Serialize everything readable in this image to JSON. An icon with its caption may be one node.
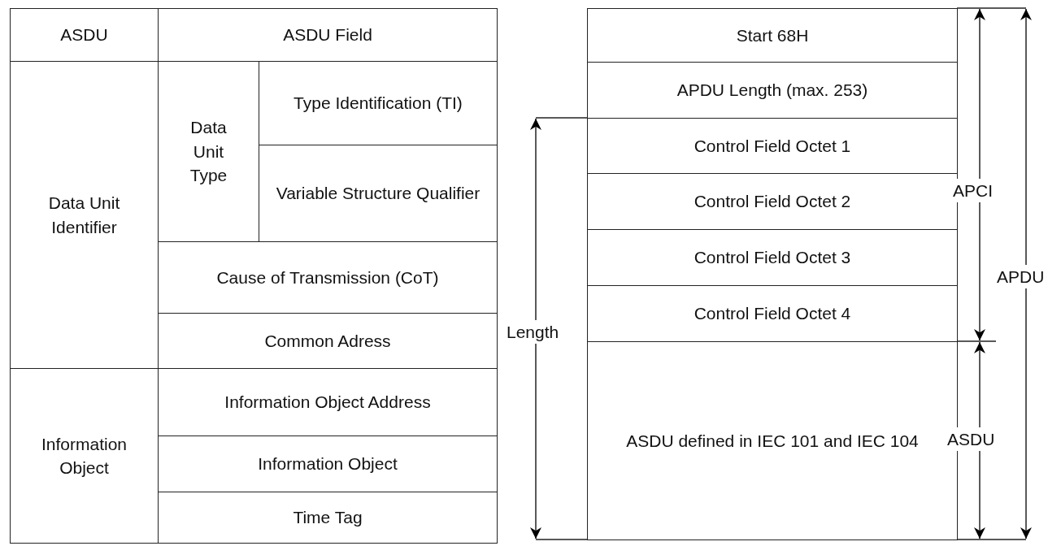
{
  "diagram": {
    "nodes": [
      {
        "text": [
          "ASDU"
        ]
      },
      {
        "text": [
          "ASDU Field"
        ]
      },
      {
        "text": [
          "Data Unit Identifier"
        ]
      },
      {
        "text": [
          "Data Unit Type"
        ]
      },
      {
        "text": [
          "Type Identification (TI)"
        ]
      },
      {
        "text": [
          "Variable Structure Qualifier"
        ]
      },
      {
        "text": [
          "Cause of Transmission (CoT)"
        ]
      },
      {
        "text": [
          "Common Adress"
        ]
      },
      {
        "text": [
          "Information Object"
        ]
      },
      {
        "text": [
          "Information Object Address"
        ]
      },
      {
        "text": [
          "Information Object"
        ]
      },
      {
        "text": [
          "Time Tag"
        ]
      },
      {
        "text": [
          "Start 68H"
        ]
      },
      {
        "text": [
          "APDU Length (max. 253)"
        ]
      },
      {
        "text": [
          "Control Field Octet 1"
        ]
      },
      {
        "text": [
          "Control Field Octet 2"
        ]
      },
      {
        "text": [
          "Control Field Octet 3"
        ]
      },
      {
        "text": [
          "Control Field Octet 4"
        ]
      },
      {
        "text": [
          "ASDU defined in IEC 101 and IEC 104"
        ]
      }
    ],
    "labels": [
      "Length",
      "APCI",
      "APDU",
      "ASDU"
    ]
  }
}
